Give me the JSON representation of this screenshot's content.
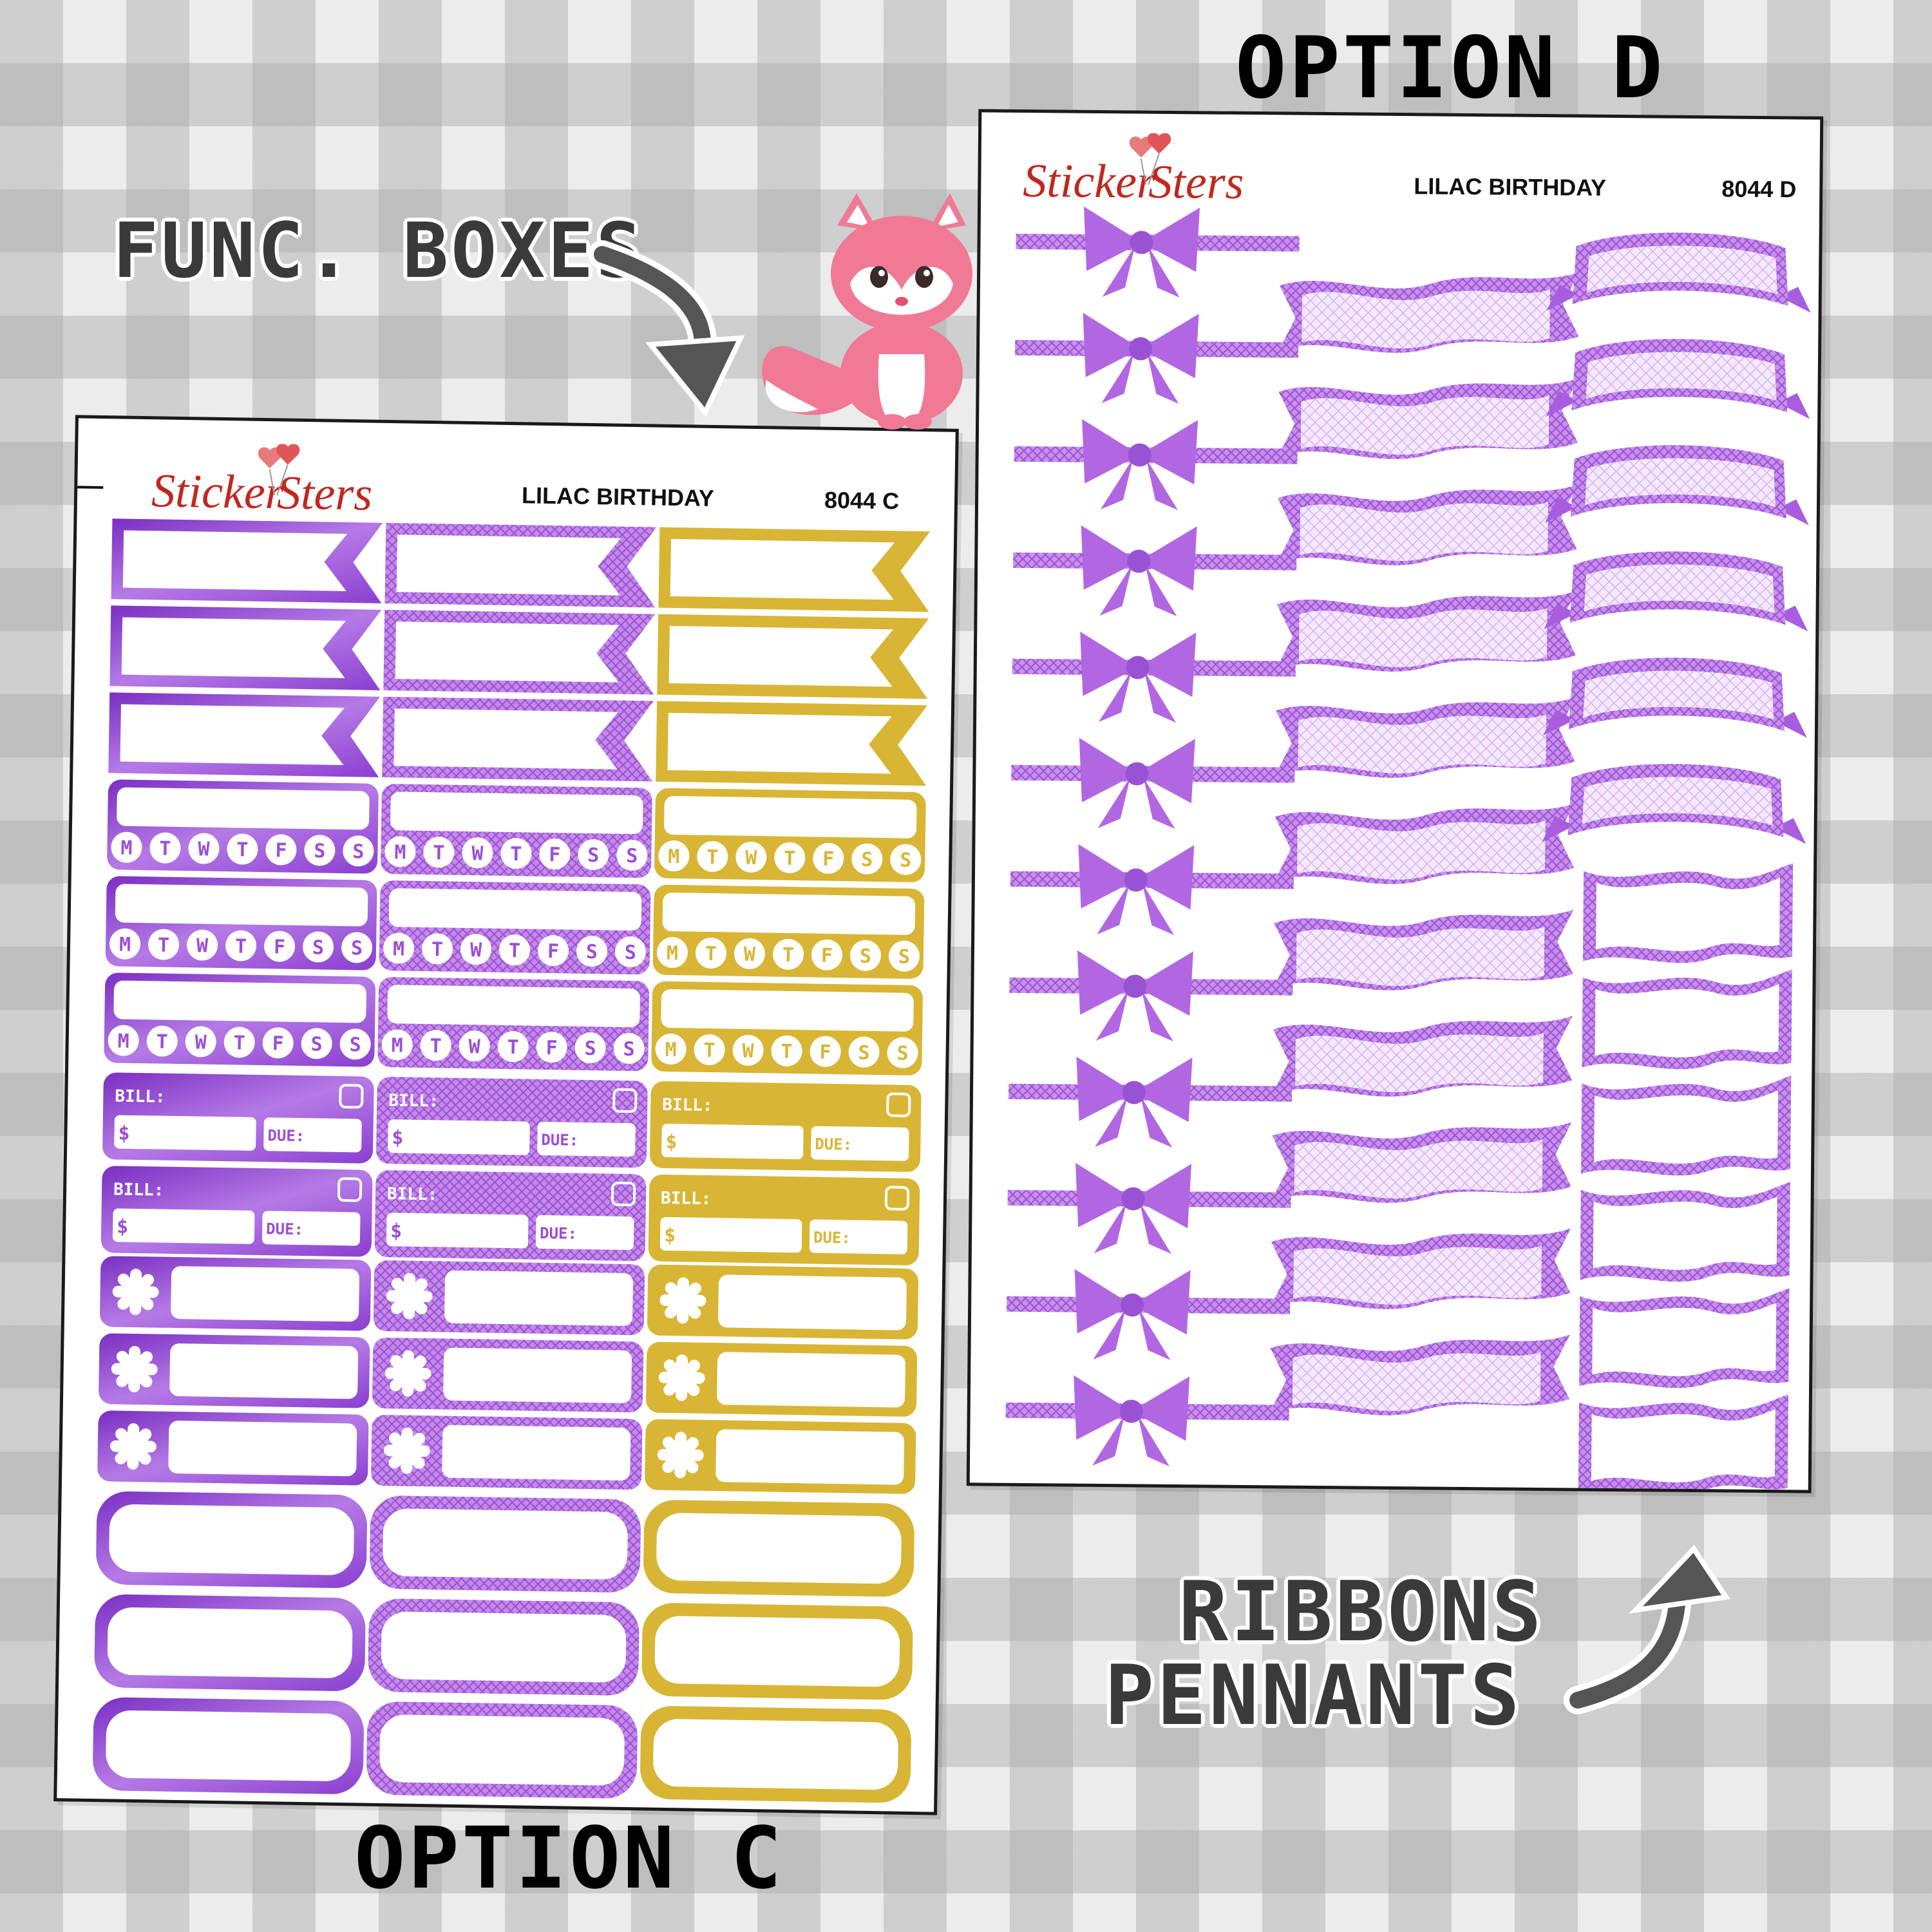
{
  "captions": {
    "option_d": "OPTION D",
    "func_boxes": "FUNC. BOXES",
    "ribbons": "RIBBONS",
    "pennants": "PENNANTS",
    "option_c": "OPTION C"
  },
  "brand": {
    "logo_text_1": "Sticker",
    "logo_text_2": "Sters"
  },
  "sheet_c": {
    "title": "LILAC BIRTHDAY",
    "code": "8044 C",
    "weekdays": [
      "M",
      "T",
      "W",
      "T",
      "F",
      "S",
      "S"
    ],
    "bill_label": "BILL:",
    "dollar_label": "$",
    "due_label": "DUE:"
  },
  "sheet_d": {
    "title": "LILAC BIRTHDAY",
    "code": "8044 D"
  },
  "colors": {
    "purple": "#9b4fd6",
    "purple_dark": "#7a2fc2",
    "lilac": "#c38ae8",
    "lilac_light": "#eedcfa",
    "gold": "#d8b535",
    "logo_red": "#c0281f",
    "fox_pink": "#f07a95"
  }
}
